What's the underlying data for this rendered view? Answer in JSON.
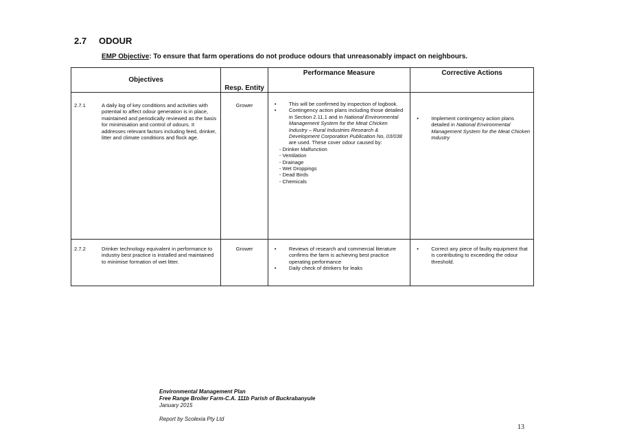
{
  "section": {
    "number": "2.7",
    "title": "ODOUR"
  },
  "emp": {
    "label": "EMP Objective",
    "text": ": To ensure that farm operations do not produce odours that unreasonably impact on neighbours."
  },
  "table": {
    "headers": [
      "Objectives",
      "Resp. Entity",
      "Performance Measure",
      "Corrective Actions"
    ],
    "rows": [
      {
        "id": "2.7.1",
        "objective": "A daily log of key conditions and activities with potential to affect odour generation is in place, maintained and periodically reviewed as the basis for minimisation and control of odours.  It addresses relevant factors including feed, drinker, litter and climate conditions and flock age.",
        "resp": "Grower",
        "perf1": "This will be confirmed by inspection of logbook.",
        "perf2a": "Contingency action plans including those detailed in Section 2.11.1 and in ",
        "perf2i": "National Environmental Management System for the Meat Chicken Industry – Rural Industries Research & Development Corporation Publication No, 03/038",
        "perf2b": " are used.  These cover odour caused by:",
        "causes": [
          "- Drinker Malfunction",
          "- Ventilation",
          "- Drainage",
          "- Wet Droppings",
          "- Dead Birds",
          "- Chemicals"
        ],
        "corr_a": "Implement contingency action plans detailed in ",
        "corr_i": "National Environmental Management System for the Meat Chicken Industry"
      },
      {
        "id": "2.7.2",
        "objective": "Drinker technology equivalent in performance to industry best practice is installed and maintained to minimise formation of wet litter.",
        "resp": "Grower",
        "perf1": "Reviews of research and commercial literature confirms the farm is achieving best practice operating performance",
        "perf2": "Daily check of drinkers for leaks",
        "corr": "Correct any piece of faulty equipment that is contributing to exceeding the odour threshold."
      }
    ]
  },
  "footer": {
    "line1": "Environmental Management Plan",
    "line2": "Free Range Broiler Farm-C.A. 111b Parish of Buckrabanyule",
    "line3": "January 2015",
    "line4": "Report by Scolexia Pty Ltd"
  },
  "page_number": "13"
}
